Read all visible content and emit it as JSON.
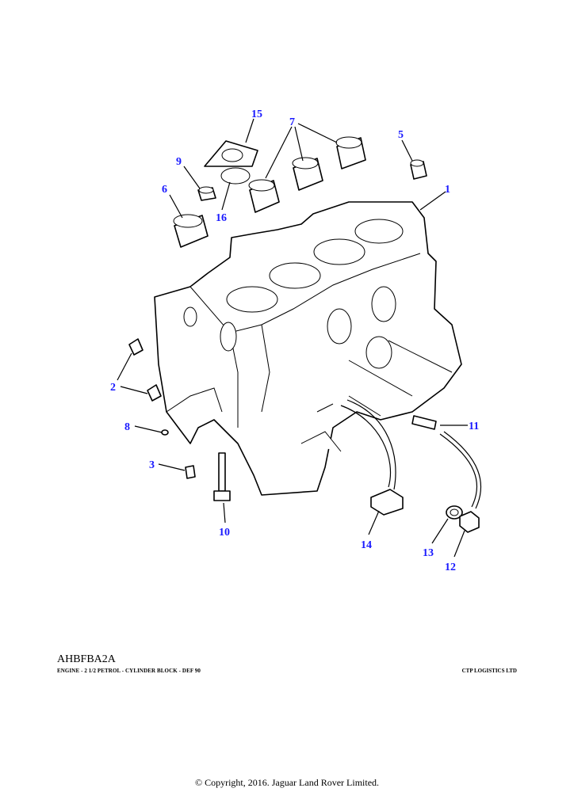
{
  "diagram": {
    "title_code": "AHBFBA2A",
    "description": "ENGINE - 2 1/2 PETROL - CYLINDER BLOCK - DEF 90",
    "vendor": "CTP LOGISTICS LTD",
    "copyright": "© Copyright, 2016. Jaguar Land Rover Limited.",
    "callouts": [
      "1",
      "2",
      "2",
      "3",
      "5",
      "6",
      "7",
      "8",
      "9",
      "10",
      "11",
      "12",
      "13",
      "14",
      "15",
      "16"
    ],
    "label_color": "#1a1aff"
  }
}
